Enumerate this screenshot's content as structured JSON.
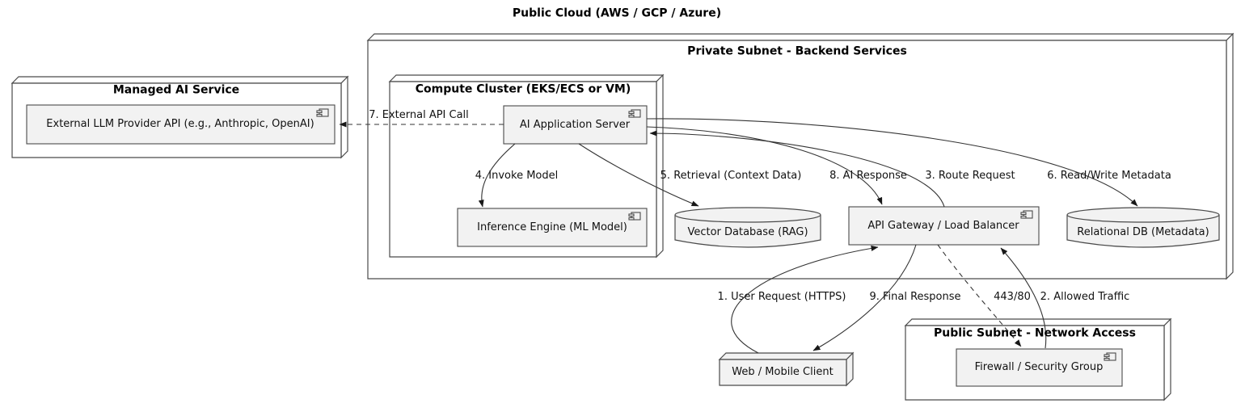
{
  "diagram": {
    "title": "Public Cloud (AWS / GCP / Azure)",
    "groups": {
      "private_subnet": {
        "title": "Private Subnet - Backend Services"
      },
      "managed_ai": {
        "title": "Managed AI Service"
      },
      "compute_cluster": {
        "title": "Compute Cluster (EKS/ECS or VM)"
      },
      "public_subnet": {
        "title": "Public Subnet - Network Access"
      }
    },
    "components": {
      "llm_api": {
        "label": "External LLM Provider API (e.g., Anthropic, OpenAI)"
      },
      "app_server": {
        "label": "AI Application Server"
      },
      "inference_engine": {
        "label": "Inference Engine (ML Model)"
      },
      "api_gateway": {
        "label": "API Gateway / Load Balancer"
      },
      "firewall": {
        "label": "Firewall / Security Group"
      }
    },
    "databases": {
      "vector_db": {
        "label": "Vector Database (RAG)"
      },
      "relational_db": {
        "label": "Relational DB (Metadata)"
      }
    },
    "nodes": {
      "web_client": {
        "label": "Web / Mobile Client"
      }
    },
    "edges": {
      "user_request": {
        "label": "1. User Request (HTTPS)"
      },
      "allowed_traffic": {
        "label": "2. Allowed Traffic"
      },
      "route_request": {
        "label": "3. Route Request"
      },
      "invoke_model": {
        "label": "4. Invoke Model"
      },
      "retrieval": {
        "label": "5. Retrieval (Context Data)"
      },
      "read_write_metadata": {
        "label": "6. Read/Write Metadata"
      },
      "external_api_call": {
        "label": "7. External API Call"
      },
      "ai_response": {
        "label": "8. AI Response"
      },
      "final_response": {
        "label": "9. Final Response"
      },
      "port": {
        "label": "443/80"
      }
    },
    "colors": {
      "shape_fill": "#f2f2f2",
      "container_fill": "#ffffff",
      "line": "#333333",
      "border": "#4a4a4a"
    }
  }
}
